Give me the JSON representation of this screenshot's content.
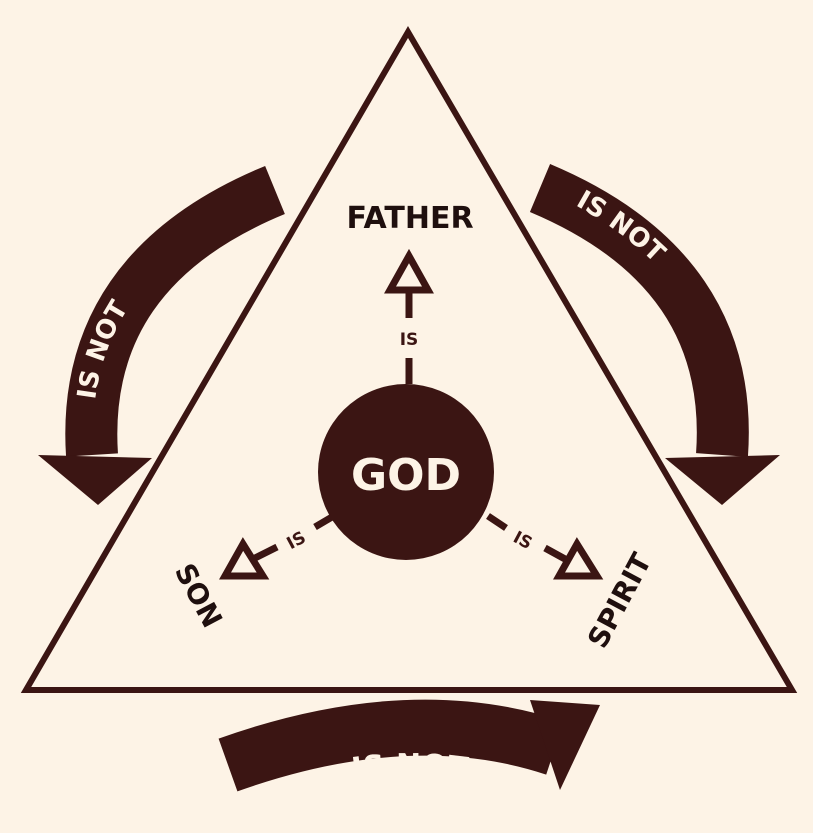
{
  "colors": {
    "background": "#fdf3e6",
    "ink": "#3b1513",
    "light_text": "#fdf3e6"
  },
  "center": {
    "label": "GOD"
  },
  "persons": {
    "father": "FATHER",
    "son": "SON",
    "spirit": "SPIRIT"
  },
  "relations": {
    "is_father": "IS",
    "is_son": "IS",
    "is_spirit": "IS"
  },
  "not_arrows": {
    "left": "IS NOT",
    "right": "IS NOT",
    "bottom": "IS NOT"
  }
}
